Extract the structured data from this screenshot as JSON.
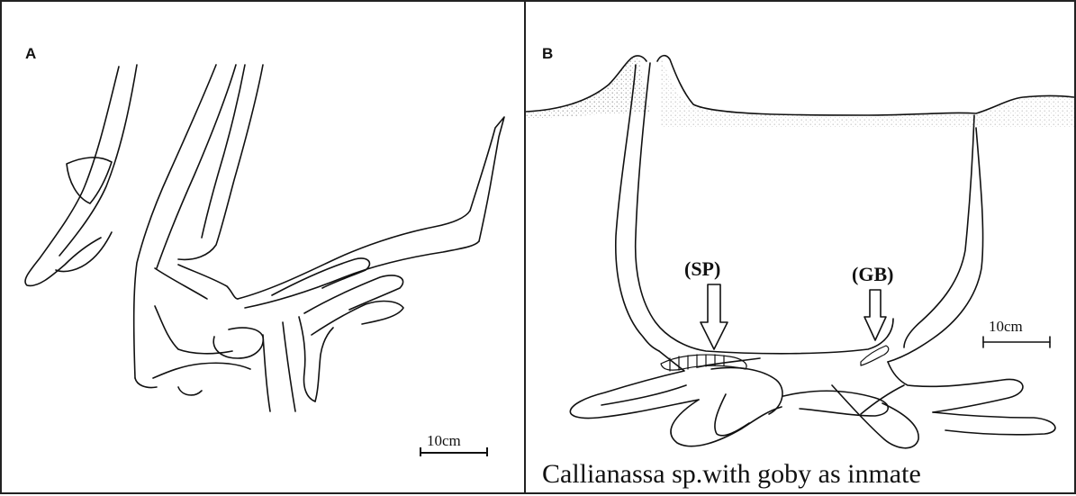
{
  "panels": {
    "a": {
      "label": "A",
      "scale_bar": "10cm"
    },
    "b": {
      "label": "B",
      "scale_bar": "10cm",
      "markers": [
        "(SP)",
        "(GB)"
      ],
      "caption": "Callianassa sp.with goby as inmate"
    }
  }
}
